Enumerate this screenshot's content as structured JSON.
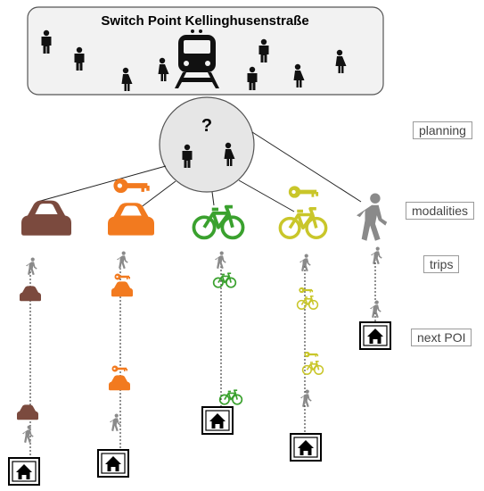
{
  "title": "Switch Point Kellinghusenstraße",
  "hub_symbol": "?",
  "labels": {
    "planning": "planning",
    "modalities": "modalities",
    "trips": "trips",
    "next_poi": "next POI"
  },
  "modalities": [
    {
      "name": "car-private",
      "color": "#7b4a3e",
      "trip": [
        "walk",
        "car",
        "car",
        "walk",
        "home"
      ]
    },
    {
      "name": "car-sharing",
      "color": "#f27a1f",
      "trip": [
        "walk",
        "car-sharing",
        "car-sharing",
        "home"
      ]
    },
    {
      "name": "bike-private",
      "color": "#3aa12e",
      "trip": [
        "walk",
        "bike",
        "bike",
        "home"
      ]
    },
    {
      "name": "bike-sharing",
      "color": "#c9c62a",
      "trip": [
        "walk",
        "bike-sharing",
        "bike-sharing",
        "walk",
        "home"
      ]
    },
    {
      "name": "walking",
      "color": "#8a8a8a",
      "trip": [
        "walk",
        "walk",
        "home"
      ]
    }
  ],
  "colors": {
    "station_fill": "#f2f2f2",
    "hub_fill": "#e6e6e6",
    "outline": "#555555",
    "people": "#111111"
  },
  "icons": [
    "person-icon",
    "train-icon",
    "car-icon",
    "bike-icon",
    "key-icon",
    "walker-icon",
    "home-icon"
  ]
}
